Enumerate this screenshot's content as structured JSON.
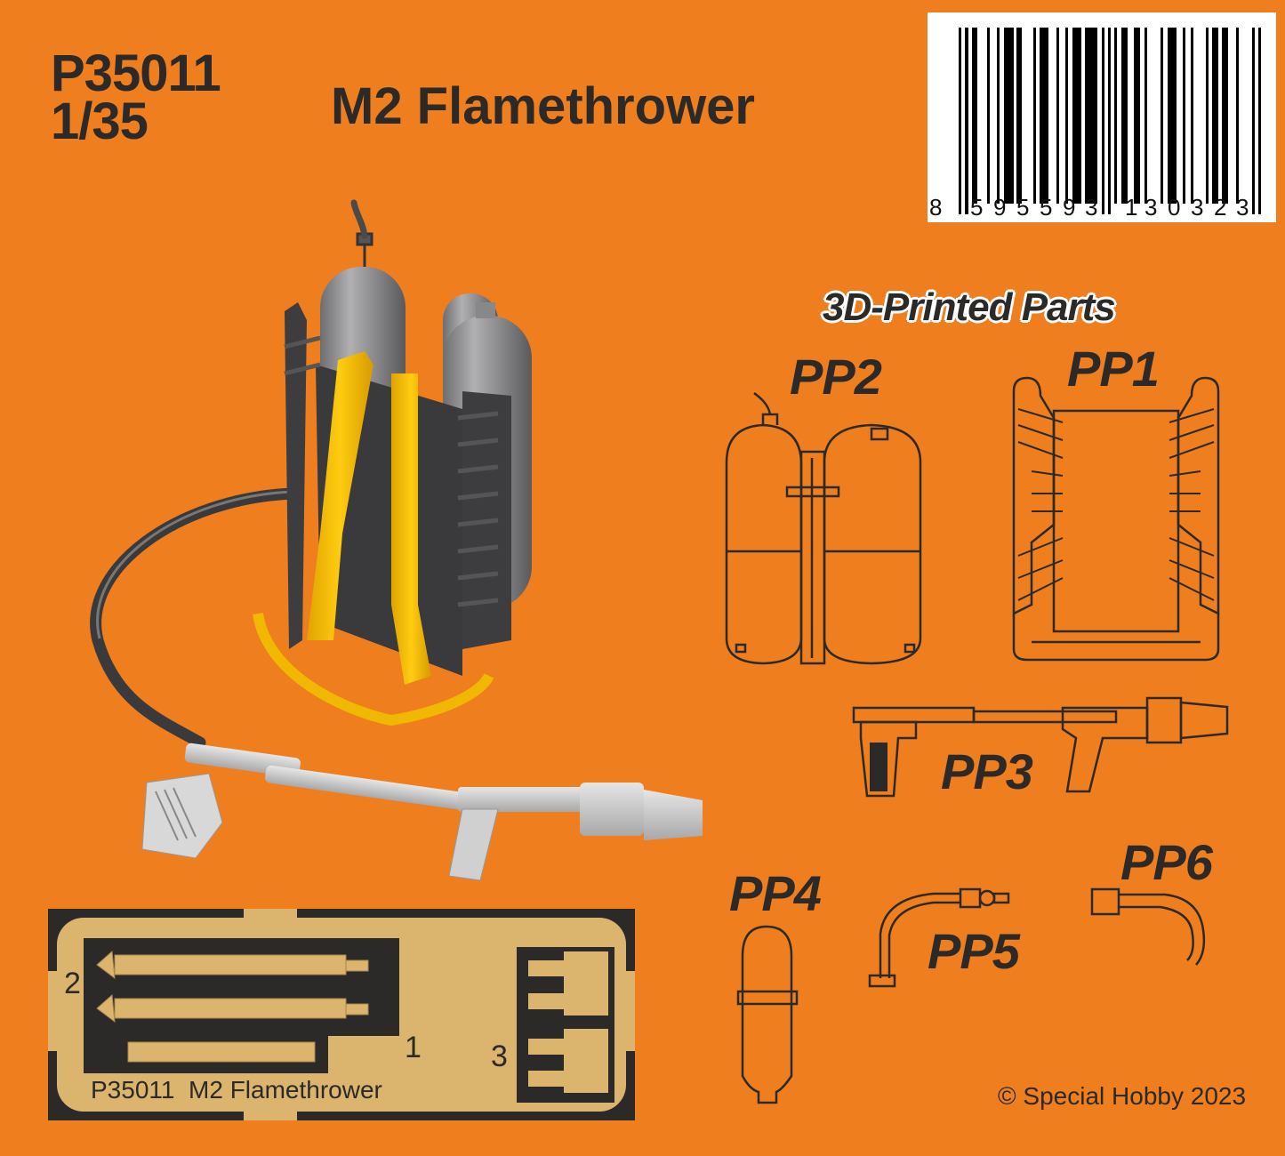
{
  "header": {
    "product_code": "P35011",
    "scale": "1/35",
    "title": "M2 Flamethrower"
  },
  "barcode": {
    "digits": [
      "8",
      "5",
      "9",
      "5",
      "5",
      "9",
      "3",
      "1",
      "3",
      "0",
      "3",
      "2",
      "3"
    ],
    "full": "8595593130323"
  },
  "section": {
    "title": "3D-Printed Parts"
  },
  "parts": [
    {
      "id": "PP1",
      "label": "PP1",
      "description": "backpack frame"
    },
    {
      "id": "PP2",
      "label": "PP2",
      "description": "fuel tanks"
    },
    {
      "id": "PP3",
      "label": "PP3",
      "description": "flame gun"
    },
    {
      "id": "PP4",
      "label": "PP4",
      "description": "pressure tank"
    },
    {
      "id": "PP5",
      "label": "PP5",
      "description": "hose fitting"
    },
    {
      "id": "PP6",
      "label": "PP6",
      "description": "curved pipe"
    }
  ],
  "photo_etch": {
    "fret_text": "P35011  M2 Flamethrower",
    "part_numbers": {
      "straps_pair": "2",
      "waist_strap": "1",
      "buckles": "3"
    }
  },
  "footer": {
    "copyright": "© Special Hobby 2023"
  },
  "colors": {
    "background": "#ee7e1e",
    "text": "#2b2a28",
    "photo_etch_brass": "#dbb56e",
    "photo_etch_dark": "#2b2a28",
    "strap_yellow": "#f5b800",
    "metal_grey": "#8a8a8a",
    "frame_dark": "#3a3a3c"
  }
}
